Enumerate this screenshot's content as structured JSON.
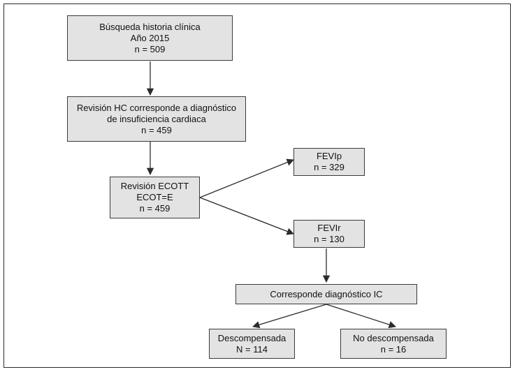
{
  "nodes": {
    "search": {
      "lines": [
        "Búsqueda historia clínica",
        "Año 2015",
        "n = 509"
      ]
    },
    "review_hc": {
      "lines": [
        "Revisión HC corresponde a diagnóstico",
        "de insuficiencia cardiaca",
        "n = 459"
      ]
    },
    "review_ecott": {
      "lines": [
        "Revisión ECOTT",
        "ECOT=E",
        "n = 459"
      ]
    },
    "fevip": {
      "lines": [
        "FEVIp",
        "n = 329"
      ]
    },
    "fevir": {
      "lines": [
        "FEVIr",
        "n = 130"
      ]
    },
    "diagnosis_ic": {
      "lines": [
        "Corresponde diagnóstico IC"
      ]
    },
    "decompensated": {
      "lines": [
        "Descompensada",
        "N = 114"
      ]
    },
    "not_decompensated": {
      "lines": [
        "No descompensada",
        "n = 16"
      ]
    }
  },
  "edges": [
    {
      "from": "search",
      "to": "review_hc"
    },
    {
      "from": "review_hc",
      "to": "review_ecott"
    },
    {
      "from": "review_ecott",
      "to": "fevip"
    },
    {
      "from": "review_ecott",
      "to": "fevir"
    },
    {
      "from": "fevir",
      "to": "diagnosis_ic"
    },
    {
      "from": "diagnosis_ic",
      "to": "decompensated"
    },
    {
      "from": "diagnosis_ic",
      "to": "not_decompensated"
    }
  ],
  "colors": {
    "box_fill": "#e3e3e3",
    "stroke": "#2b2b2b"
  }
}
